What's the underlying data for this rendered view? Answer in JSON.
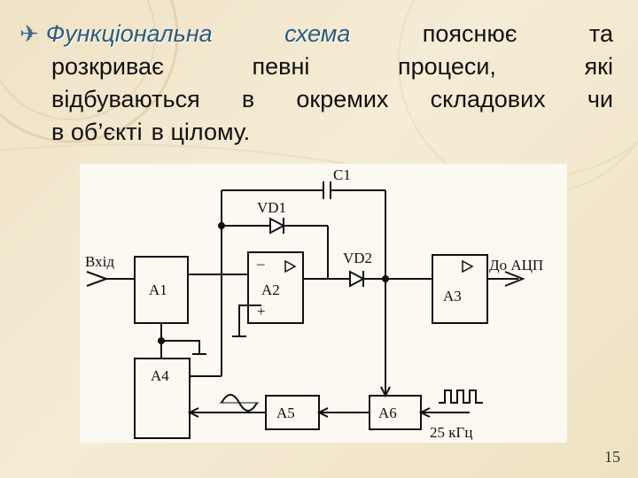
{
  "slide": {
    "para": {
      "highlight1": "Функціональна",
      "highlight2": "схема",
      "line1_rest": [
        "пояснює",
        "та"
      ],
      "line2": [
        "розкриває",
        "певні",
        "процеси,",
        "які"
      ],
      "line3": [
        "відбуваються",
        "в",
        "окремих",
        "складових",
        "чи"
      ],
      "line4": [
        "в об’єкті",
        "в цілому."
      ]
    },
    "page_number": "15"
  },
  "diagram": {
    "input_label": "Вхід",
    "output_label": "До АЦП",
    "capacitor": "C1",
    "diode1": "VD1",
    "diode2": "VD2",
    "blocks": {
      "a1": "A1",
      "a2": "A2",
      "a3": "A3",
      "a4": "A4",
      "a5": "A5",
      "a6": "A6"
    },
    "a2_minus": "–",
    "a2_plus": "+",
    "freq": "25 кГц"
  }
}
